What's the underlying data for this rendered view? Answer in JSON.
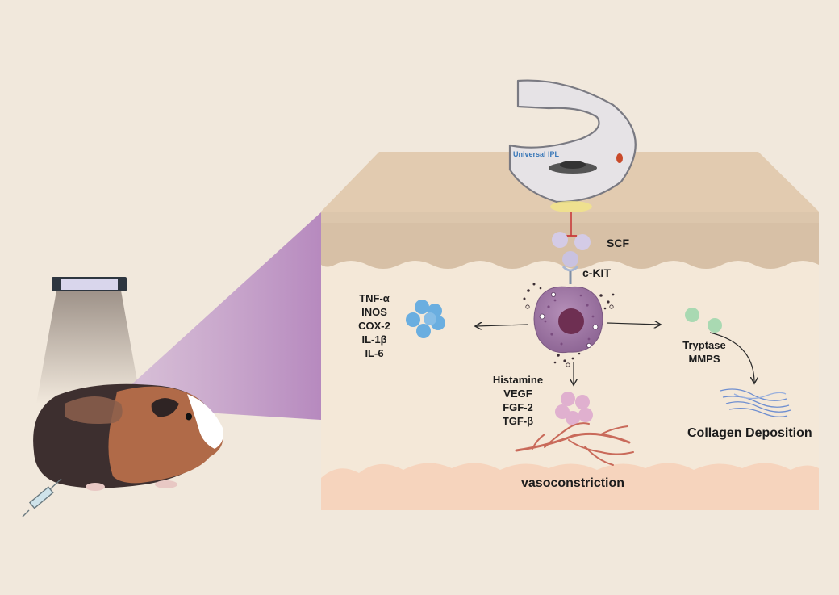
{
  "device": {
    "brand_label": "Universal IPL"
  },
  "receptors": {
    "ligand": "SCF",
    "receptor": "c-KIT"
  },
  "cytokines": [
    "TNF-α",
    "INOS",
    "COX-2",
    "IL-1β",
    "IL-6"
  ],
  "mediators": [
    "Histamine",
    "VEGF",
    "FGF-2",
    "TGF-β"
  ],
  "proteases": [
    "Tryptase",
    "MMPS"
  ],
  "outcomes": {
    "collagen": "Collagen Deposition",
    "vessels": "vasoconstriction"
  },
  "colors": {
    "background": "#f1e8dc",
    "epidermis": "#d8c2a8",
    "dermis": "#f4e8d8",
    "fat": "#f6d4bd",
    "mast_cell": "#a27aa6",
    "cytokine_blue": "#6aaee0",
    "tryptase_green": "#a9d9b2",
    "mediator_pink": "#e0b0cf",
    "vessel_red": "#c96a5a",
    "light_beam": "#b98bc0"
  }
}
